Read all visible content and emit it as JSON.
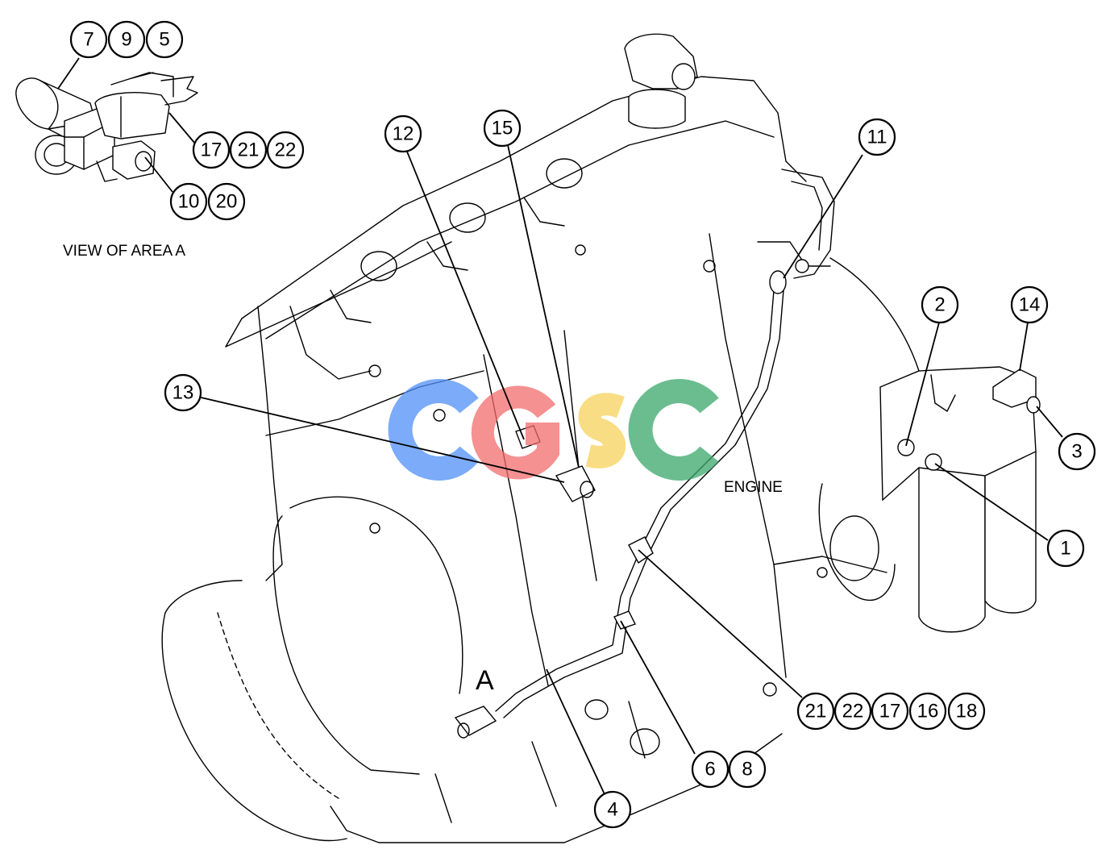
{
  "view_label": "VIEW OF AREA A",
  "engine_label": "ENGINE",
  "area_marker": "A",
  "watermark": {
    "text": "CGSC",
    "colors": [
      "#4f8ff7",
      "#f26d6d",
      "#f7d25c",
      "#3aa86b"
    ]
  },
  "callouts": {
    "c7": "7",
    "c9": "9",
    "c5": "5",
    "c17a": "17",
    "c21a": "21",
    "c22a": "22",
    "c10": "10",
    "c20": "20",
    "c12": "12",
    "c15": "15",
    "c11": "11",
    "c13": "13",
    "c2": "2",
    "c14": "14",
    "c3": "3",
    "c1": "1",
    "c21b": "21",
    "c22b": "22",
    "c17b": "17",
    "c16": "16",
    "c18": "18",
    "c6": "6",
    "c8": "8",
    "c4": "4"
  }
}
